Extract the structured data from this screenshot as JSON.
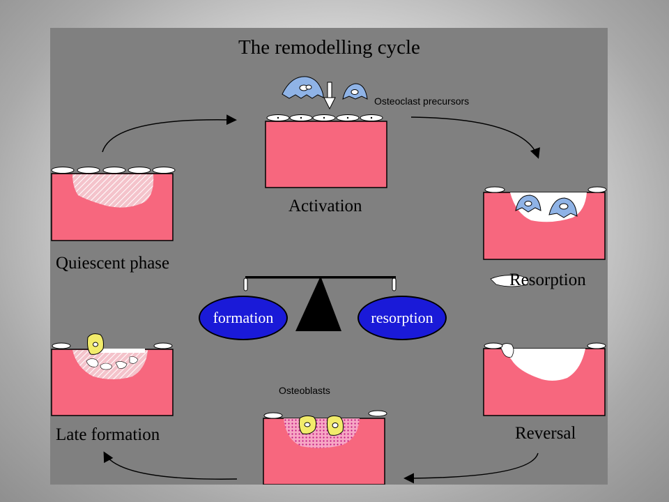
{
  "title": "The remodelling cycle",
  "stages": {
    "activation": "Activation",
    "quiescent": "Quiescent phase",
    "resorption": "Resorption",
    "late_formation": "Late formation",
    "reversal": "Reversal"
  },
  "cells": {
    "osteoclast_precursors": "Osteoclast precursors",
    "osteoblasts": "Osteoblasts"
  },
  "balance": {
    "left": "formation",
    "right": "resorption"
  },
  "colors": {
    "bone": "#f7677e",
    "background": "#808080",
    "osteoclast": "#8fb3e6",
    "osteoblast": "#f2ec6b",
    "balance_pill": "#1a1ad8"
  }
}
